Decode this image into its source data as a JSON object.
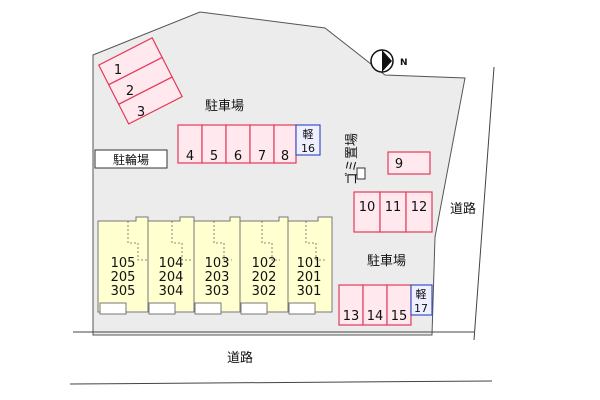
{
  "labels": {
    "parking_upper": "駐車場",
    "parking_lower": "駐車場",
    "bicycle_parking": "駐輪場",
    "garbage": "ゴミ置場",
    "road_right": "道路",
    "road_bottom": "道路",
    "compass_letter": "N"
  },
  "parking_spaces": {
    "s1": "1",
    "s2": "2",
    "s3": "3",
    "s4": "4",
    "s5": "5",
    "s6": "6",
    "s7": "7",
    "s8": "8",
    "s9": "9",
    "s10": "10",
    "s11": "11",
    "s12": "12",
    "s13": "13",
    "s14": "14",
    "s15": "15",
    "kei16_label": "軽",
    "kei16_num": "16",
    "kei17_label": "軽",
    "kei17_num": "17"
  },
  "units": [
    {
      "floor1": "105",
      "floor2": "205",
      "floor3": "305"
    },
    {
      "floor1": "104",
      "floor2": "204",
      "floor3": "304"
    },
    {
      "floor1": "103",
      "floor2": "203",
      "floor3": "303"
    },
    {
      "floor1": "102",
      "floor2": "202",
      "floor3": "302"
    },
    {
      "floor1": "101",
      "floor2": "201",
      "floor3": "301"
    }
  ],
  "colors": {
    "lot_fill": "#ececec",
    "parking_stroke": "#e23b5a",
    "parking_fill": "#ffe8ee",
    "kei_stroke": "#3a4fc8",
    "kei_fill": "#eef0ff",
    "building_fill": "#ffffd0"
  }
}
